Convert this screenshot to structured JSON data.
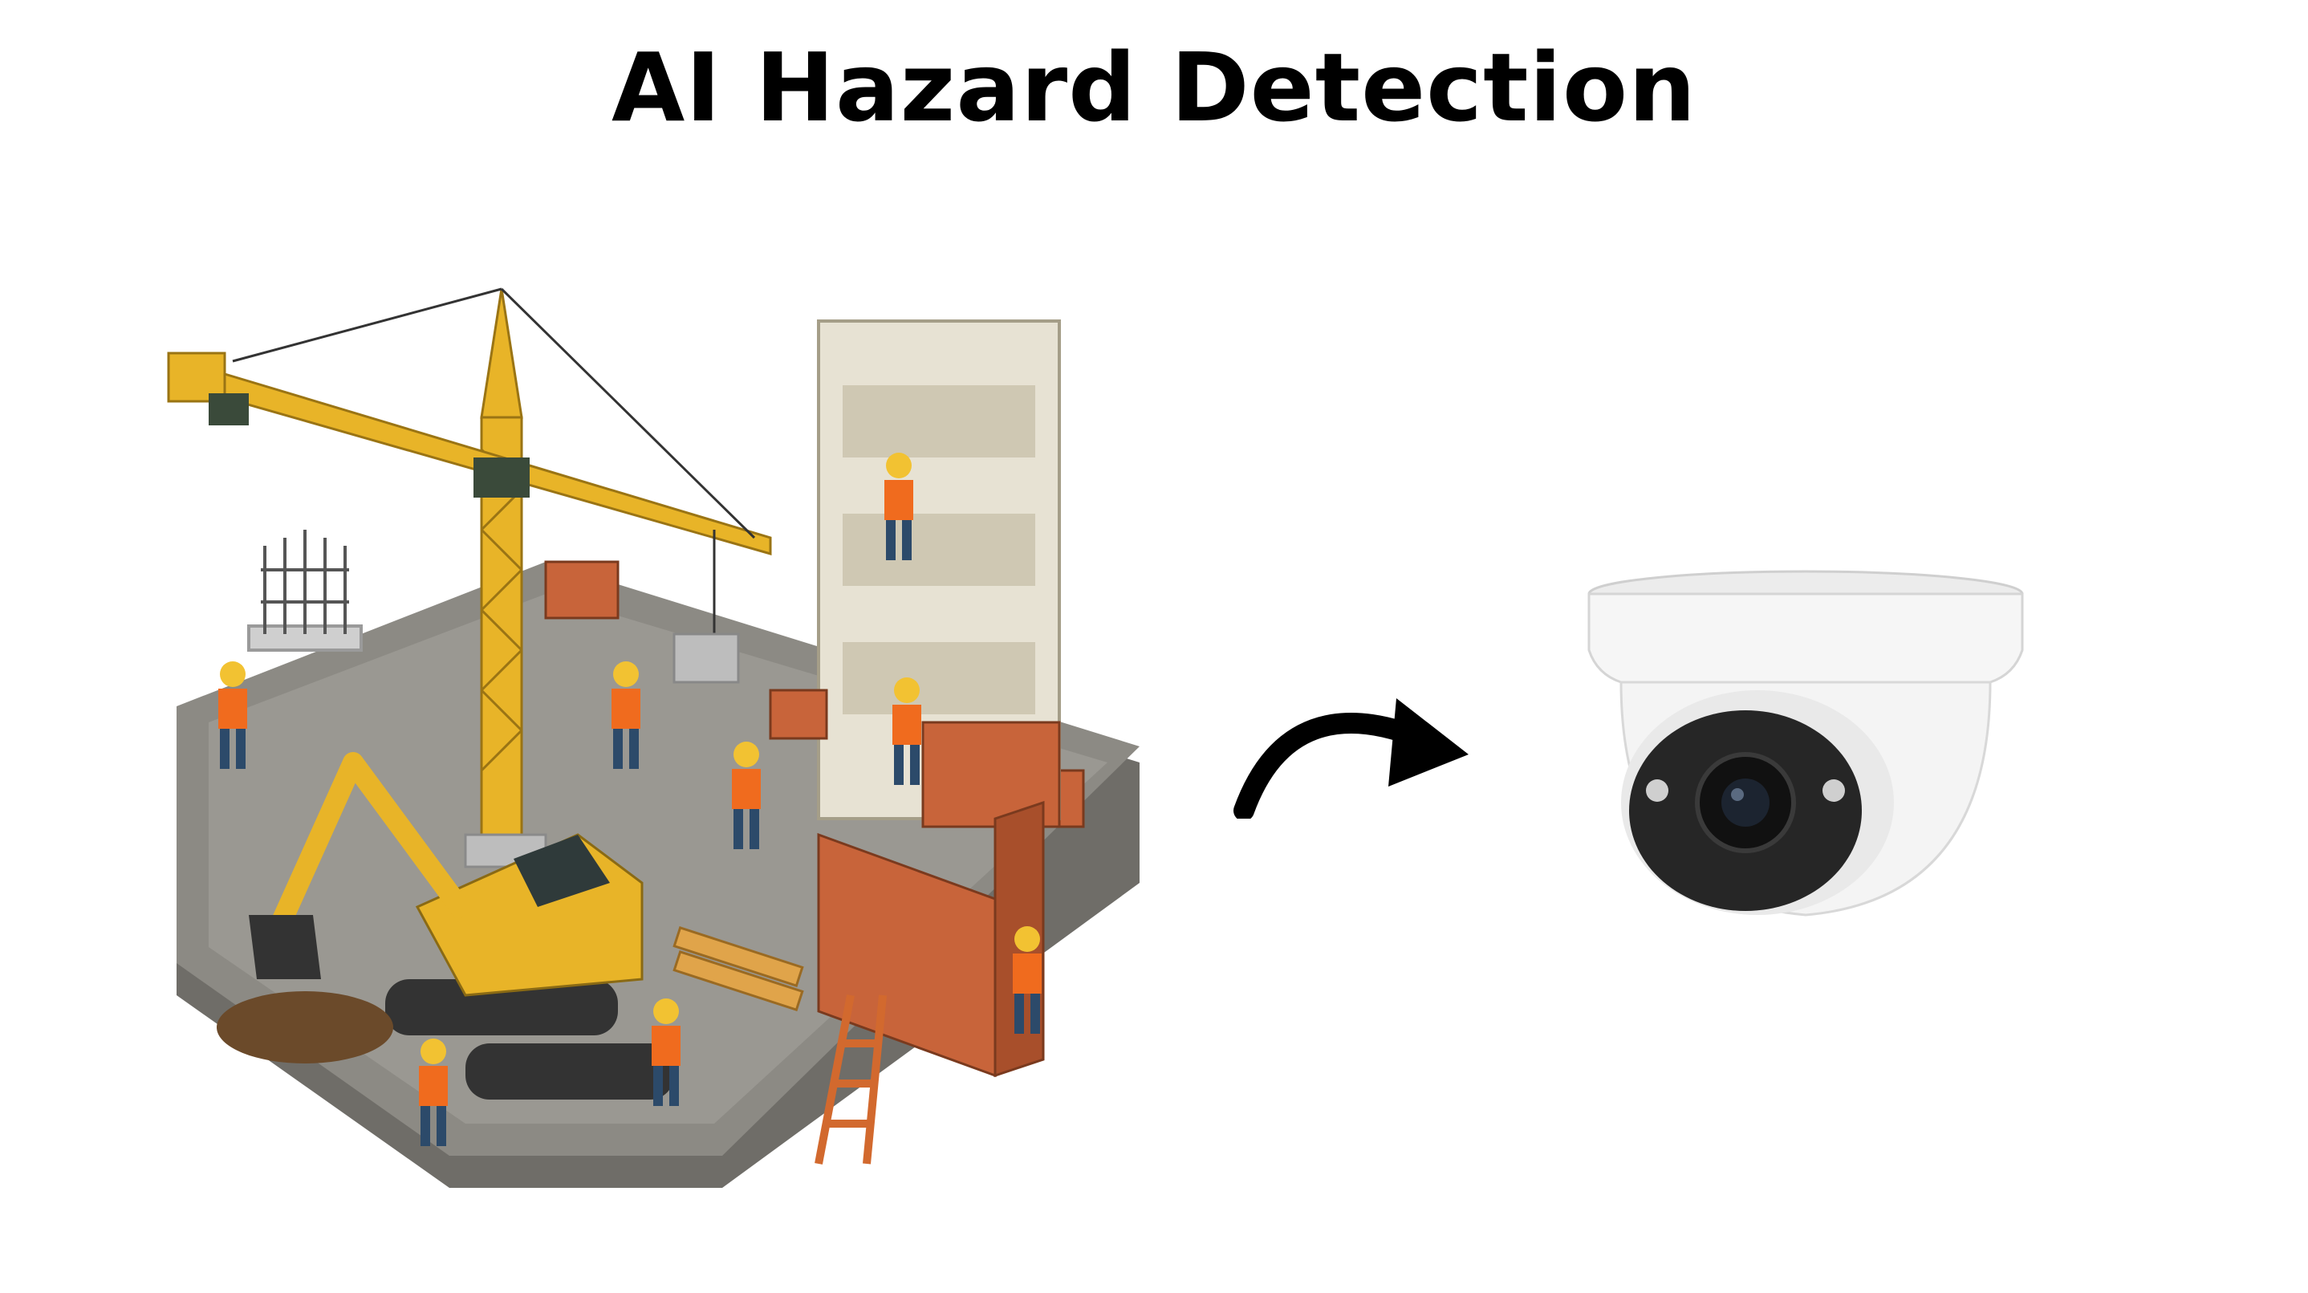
{
  "title": "AI Hazard Detection",
  "icons": {
    "illustration": "construction-site-illustration",
    "arrow": "curved-arrow-icon",
    "camera": "dome-security-camera"
  },
  "colors": {
    "background": "#ffffff",
    "title": "#000000",
    "crane": "#e8b428",
    "ground": "#8c8a84",
    "brick": "#c8643a",
    "camera_body": "#f5f5f5",
    "camera_face": "#2a2a2a"
  }
}
